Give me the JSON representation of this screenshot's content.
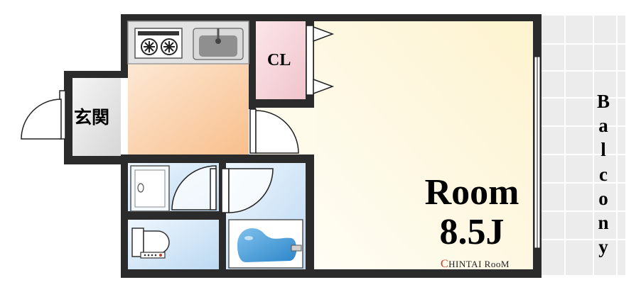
{
  "rooms": {
    "closet": "CL",
    "entrance": "玄関",
    "main_room_name": "Room",
    "main_room_size": "8.5J",
    "balcony_letters": [
      "B",
      "a",
      "l",
      "c",
      "o",
      "n",
      "y"
    ]
  },
  "logo": {
    "initial": "C",
    "text": "HINTAI RooM"
  },
  "colors": {
    "wall": "#2b2b2b",
    "room_floor": "#fdf6dc",
    "kitchen_floor": "#f9c69a",
    "closet_floor": "#f6d6dc",
    "entrance_floor": "#e6e6e6",
    "bath_floor": "#cfe4f6",
    "balcony_floor": "#ededed"
  }
}
